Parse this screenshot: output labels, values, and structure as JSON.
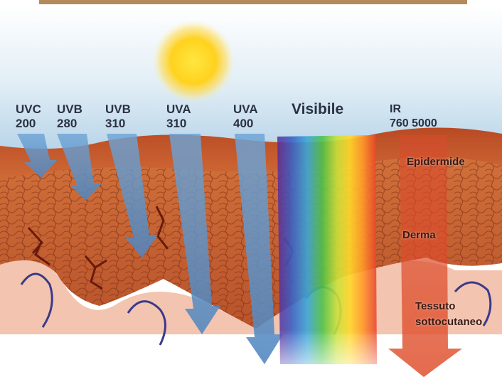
{
  "rays": [
    {
      "type": "UVC",
      "wavelength": "200"
    },
    {
      "type": "UVB",
      "wavelength": "280"
    },
    {
      "type": "UVB",
      "wavelength": "310"
    },
    {
      "type": "UVA",
      "wavelength": "310"
    },
    {
      "type": "UVA",
      "wavelength": "400"
    }
  ],
  "visible_label": "Visibile",
  "ir": {
    "type": "IR",
    "wavelength": "760 5000"
  },
  "layers": {
    "epidermis": "Epidermide",
    "dermis": "Derma",
    "subcutaneous_line1": "Tessuto",
    "subcutaneous_line2": "sottocutaneo"
  },
  "colors": {
    "sky": "#b9d6ea",
    "sun": "#ffd21e",
    "epidermis": "#c0542a",
    "dermis": "#d77a3e",
    "subcutaneous": "#f4c6b4",
    "uv_arrow": "#5b93c9",
    "ir_arrow": "#d9482c",
    "label_text": "#2a3140",
    "layer_text": "#3a1a12"
  }
}
